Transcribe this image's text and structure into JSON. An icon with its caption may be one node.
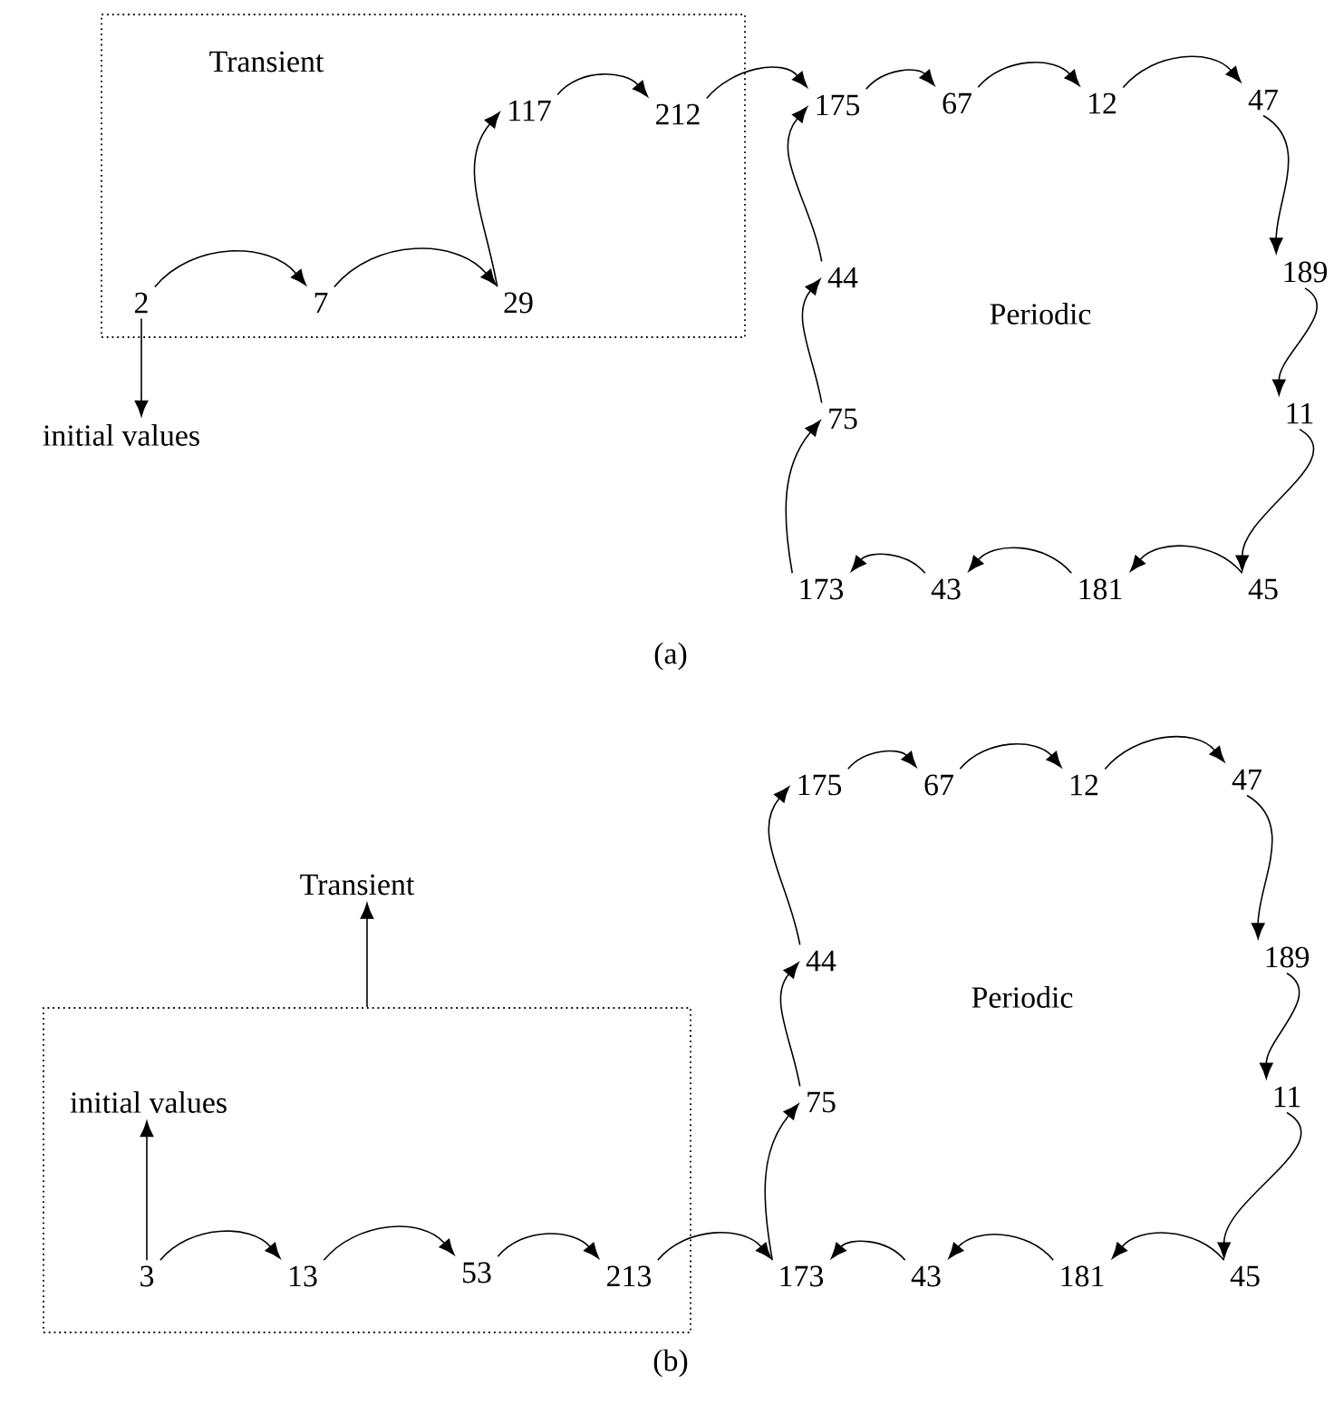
{
  "diagram": {
    "nodes": [
      {
        "text": [
          "Transient"
        ]
      },
      {
        "text": [
          "2"
        ],
        "in": 0
      },
      {
        "text": [
          "7"
        ],
        "in": 0
      },
      {
        "text": [
          "29"
        ],
        "in": 0
      },
      {
        "text": [
          "117"
        ],
        "in": 0
      },
      {
        "text": [
          "212"
        ],
        "in": 0
      },
      {
        "text": [
          "initial values"
        ]
      },
      {
        "text": [
          "175"
        ]
      },
      {
        "text": [
          "67"
        ]
      },
      {
        "text": [
          "12"
        ]
      },
      {
        "text": [
          "47"
        ]
      },
      {
        "text": [
          "189"
        ]
      },
      {
        "text": [
          "11"
        ]
      },
      {
        "text": [
          "45"
        ]
      },
      {
        "text": [
          "181"
        ]
      },
      {
        "text": [
          "43"
        ]
      },
      {
        "text": [
          "173"
        ]
      },
      {
        "text": [
          "75"
        ]
      },
      {
        "text": [
          "44"
        ]
      },
      {
        "text": [
          "Transient"
        ]
      },
      {
        "text": [],
        "shape": "box"
      },
      {
        "text": [
          "initial values"
        ],
        "in": 20
      },
      {
        "text": [
          "3"
        ],
        "in": 20
      },
      {
        "text": [
          "13"
        ],
        "in": 20
      },
      {
        "text": [
          "53"
        ],
        "in": 20
      },
      {
        "text": [
          "213"
        ],
        "in": 20
      },
      {
        "text": [
          "175"
        ]
      },
      {
        "text": [
          "67"
        ]
      },
      {
        "text": [
          "12"
        ]
      },
      {
        "text": [
          "47"
        ]
      },
      {
        "text": [
          "189"
        ]
      },
      {
        "text": [
          "11"
        ]
      },
      {
        "text": [
          "45"
        ]
      },
      {
        "text": [
          "181"
        ]
      },
      {
        "text": [
          "43"
        ]
      },
      {
        "text": [
          "173"
        ]
      },
      {
        "text": [
          "75"
        ]
      },
      {
        "text": [
          "44"
        ]
      }
    ],
    "edges": [
      {
        "from": 1,
        "to": 2,
        "arrow": "to"
      },
      {
        "from": 2,
        "to": 3,
        "arrow": "to"
      },
      {
        "from": 3,
        "to": 4,
        "arrow": "to"
      },
      {
        "from": 4,
        "to": 5,
        "arrow": "to"
      },
      {
        "from": 5,
        "to": 7,
        "arrow": "to"
      },
      {
        "from": 7,
        "to": 8,
        "arrow": "to"
      },
      {
        "from": 8,
        "to": 9,
        "arrow": "to"
      },
      {
        "from": 9,
        "to": 10,
        "arrow": "to"
      },
      {
        "from": 10,
        "to": 11,
        "arrow": "to"
      },
      {
        "from": 11,
        "to": 12,
        "arrow": "to"
      },
      {
        "from": 12,
        "to": 13,
        "arrow": "to"
      },
      {
        "from": 13,
        "to": 14,
        "arrow": "to"
      },
      {
        "from": 14,
        "to": 15,
        "arrow": "to"
      },
      {
        "from": 15,
        "to": 16,
        "arrow": "to"
      },
      {
        "from": 16,
        "to": 17,
        "arrow": "to"
      },
      {
        "from": 17,
        "to": 18,
        "arrow": "to"
      },
      {
        "from": 18,
        "to": 7,
        "arrow": "to"
      },
      {
        "from": 1,
        "to": 6,
        "arrow": "to"
      },
      {
        "from": 20,
        "to": 19,
        "arrow": "to"
      },
      {
        "from": 22,
        "to": 21,
        "arrow": "to"
      },
      {
        "from": 22,
        "to": 23,
        "arrow": "to"
      },
      {
        "from": 23,
        "to": 24,
        "arrow": "to"
      },
      {
        "from": 24,
        "to": 25,
        "arrow": "to"
      },
      {
        "from": 25,
        "to": 35,
        "arrow": "to"
      },
      {
        "from": 26,
        "to": 27,
        "arrow": "to"
      },
      {
        "from": 27,
        "to": 28,
        "arrow": "to"
      },
      {
        "from": 28,
        "to": 29,
        "arrow": "to"
      },
      {
        "from": 29,
        "to": 30,
        "arrow": "to"
      },
      {
        "from": 30,
        "to": 31,
        "arrow": "to"
      },
      {
        "from": 31,
        "to": 32,
        "arrow": "to"
      },
      {
        "from": 32,
        "to": 33,
        "arrow": "to"
      },
      {
        "from": 33,
        "to": 34,
        "arrow": "to"
      },
      {
        "from": 34,
        "to": 35,
        "arrow": "to"
      },
      {
        "from": 35,
        "to": 36,
        "arrow": "to"
      },
      {
        "from": 36,
        "to": 37,
        "arrow": "to"
      },
      {
        "from": 37,
        "to": 26,
        "arrow": "to"
      }
    ],
    "labels": [
      "Periodic",
      "(a)",
      "Periodic",
      "(b)"
    ]
  }
}
